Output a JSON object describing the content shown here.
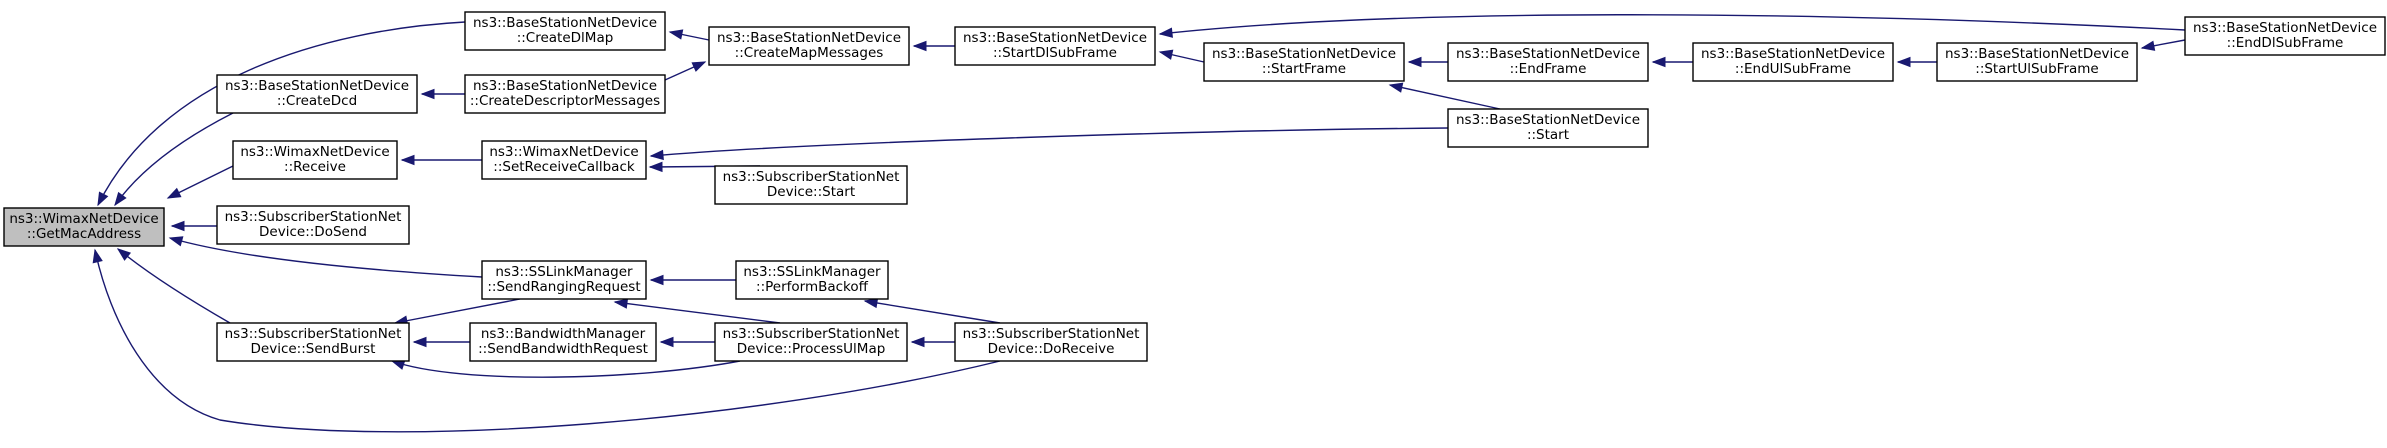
{
  "colors": {
    "edge": "#191970",
    "root_fill": "#bfbfbf",
    "node_fill": "#ffffff",
    "node_border": "#000000"
  },
  "nodes": [
    {
      "id": "getmacaddress",
      "lines": [
        "ns3::WimaxNetDevice",
        "::GetMacAddress"
      ],
      "root": true
    },
    {
      "id": "createdlmap",
      "lines": [
        "ns3::BaseStationNetDevice",
        "::CreateDlMap"
      ]
    },
    {
      "id": "createdcd",
      "lines": [
        "ns3::BaseStationNetDevice",
        "::CreateDcd"
      ]
    },
    {
      "id": "wimax-receive",
      "lines": [
        "ns3::WimaxNetDevice",
        "::Receive"
      ]
    },
    {
      "id": "ss-dosend",
      "lines": [
        "ns3::SubscriberStationNet",
        "Device::DoSend"
      ]
    },
    {
      "id": "sendburst",
      "lines": [
        "ns3::SubscriberStationNet",
        "Device::SendBurst"
      ]
    },
    {
      "id": "createdescriptormessages",
      "lines": [
        "ns3::BaseStationNetDevice",
        "::CreateDescriptorMessages"
      ]
    },
    {
      "id": "setreceivecallback",
      "lines": [
        "ns3::WimaxNetDevice",
        "::SetReceiveCallback"
      ]
    },
    {
      "id": "sendrangingrequest",
      "lines": [
        "ns3::SSLinkManager",
        "::SendRangingRequest"
      ]
    },
    {
      "id": "sendbandwidthrequest",
      "lines": [
        "ns3::BandwidthManager",
        "::SendBandwidthRequest"
      ]
    },
    {
      "id": "createmapmessages",
      "lines": [
        "ns3::BaseStationNetDevice",
        "::CreateMapMessages"
      ]
    },
    {
      "id": "ss-start",
      "lines": [
        "ns3::SubscriberStationNet",
        "Device::Start"
      ]
    },
    {
      "id": "performbackoff",
      "lines": [
        "ns3::SSLinkManager",
        "::PerformBackoff"
      ]
    },
    {
      "id": "processulmap",
      "lines": [
        "ns3::SubscriberStationNet",
        "Device::ProcessUlMap"
      ]
    },
    {
      "id": "startdlsubframe",
      "lines": [
        "ns3::BaseStationNetDevice",
        "::StartDlSubFrame"
      ]
    },
    {
      "id": "doreceive",
      "lines": [
        "ns3::SubscriberStationNet",
        "Device::DoReceive"
      ]
    },
    {
      "id": "startframe",
      "lines": [
        "ns3::BaseStationNetDevice",
        "::StartFrame"
      ]
    },
    {
      "id": "endframe",
      "lines": [
        "ns3::BaseStationNetDevice",
        "::EndFrame"
      ]
    },
    {
      "id": "bs-start",
      "lines": [
        "ns3::BaseStationNetDevice",
        "::Start"
      ]
    },
    {
      "id": "endulsubframe",
      "lines": [
        "ns3::BaseStationNetDevice",
        "::EndUlSubFrame"
      ]
    },
    {
      "id": "startulsubframe",
      "lines": [
        "ns3::BaseStationNetDevice",
        "::StartUlSubFrame"
      ]
    },
    {
      "id": "enddlsubframe",
      "lines": [
        "ns3::BaseStationNetDevice",
        "::EndDlSubFrame"
      ]
    }
  ],
  "edges": [
    {
      "from": "createdlmap",
      "to": "getmacaddress"
    },
    {
      "from": "createdcd",
      "to": "getmacaddress"
    },
    {
      "from": "wimax-receive",
      "to": "getmacaddress"
    },
    {
      "from": "ss-dosend",
      "to": "getmacaddress"
    },
    {
      "from": "sendrangingrequest",
      "to": "getmacaddress"
    },
    {
      "from": "sendburst",
      "to": "getmacaddress"
    },
    {
      "from": "doreceive",
      "to": "getmacaddress"
    },
    {
      "from": "createmapmessages",
      "to": "createdlmap"
    },
    {
      "from": "createdescriptormessages",
      "to": "createdcd"
    },
    {
      "from": "setreceivecallback",
      "to": "wimax-receive"
    },
    {
      "from": "sendrangingrequest",
      "to": "sendburst"
    },
    {
      "from": "sendbandwidthrequest",
      "to": "sendburst"
    },
    {
      "from": "processulmap",
      "to": "sendburst"
    },
    {
      "from": "createdescriptormessages",
      "to": "createmapmessages"
    },
    {
      "from": "startdlsubframe",
      "to": "createmapmessages"
    },
    {
      "from": "ss-start",
      "to": "setreceivecallback"
    },
    {
      "from": "bs-start",
      "to": "setreceivecallback"
    },
    {
      "from": "performbackoff",
      "to": "sendrangingrequest"
    },
    {
      "from": "processulmap",
      "to": "sendrangingrequest"
    },
    {
      "from": "processulmap",
      "to": "sendbandwidthrequest"
    },
    {
      "from": "doreceive",
      "to": "performbackoff"
    },
    {
      "from": "doreceive",
      "to": "processulmap"
    },
    {
      "from": "startframe",
      "to": "startdlsubframe"
    },
    {
      "from": "enddlsubframe",
      "to": "startdlsubframe"
    },
    {
      "from": "endframe",
      "to": "startframe"
    },
    {
      "from": "bs-start",
      "to": "startframe"
    },
    {
      "from": "endulsubframe",
      "to": "endframe"
    },
    {
      "from": "startulsubframe",
      "to": "endulsubframe"
    },
    {
      "from": "enddlsubframe",
      "to": "startulsubframe"
    }
  ]
}
